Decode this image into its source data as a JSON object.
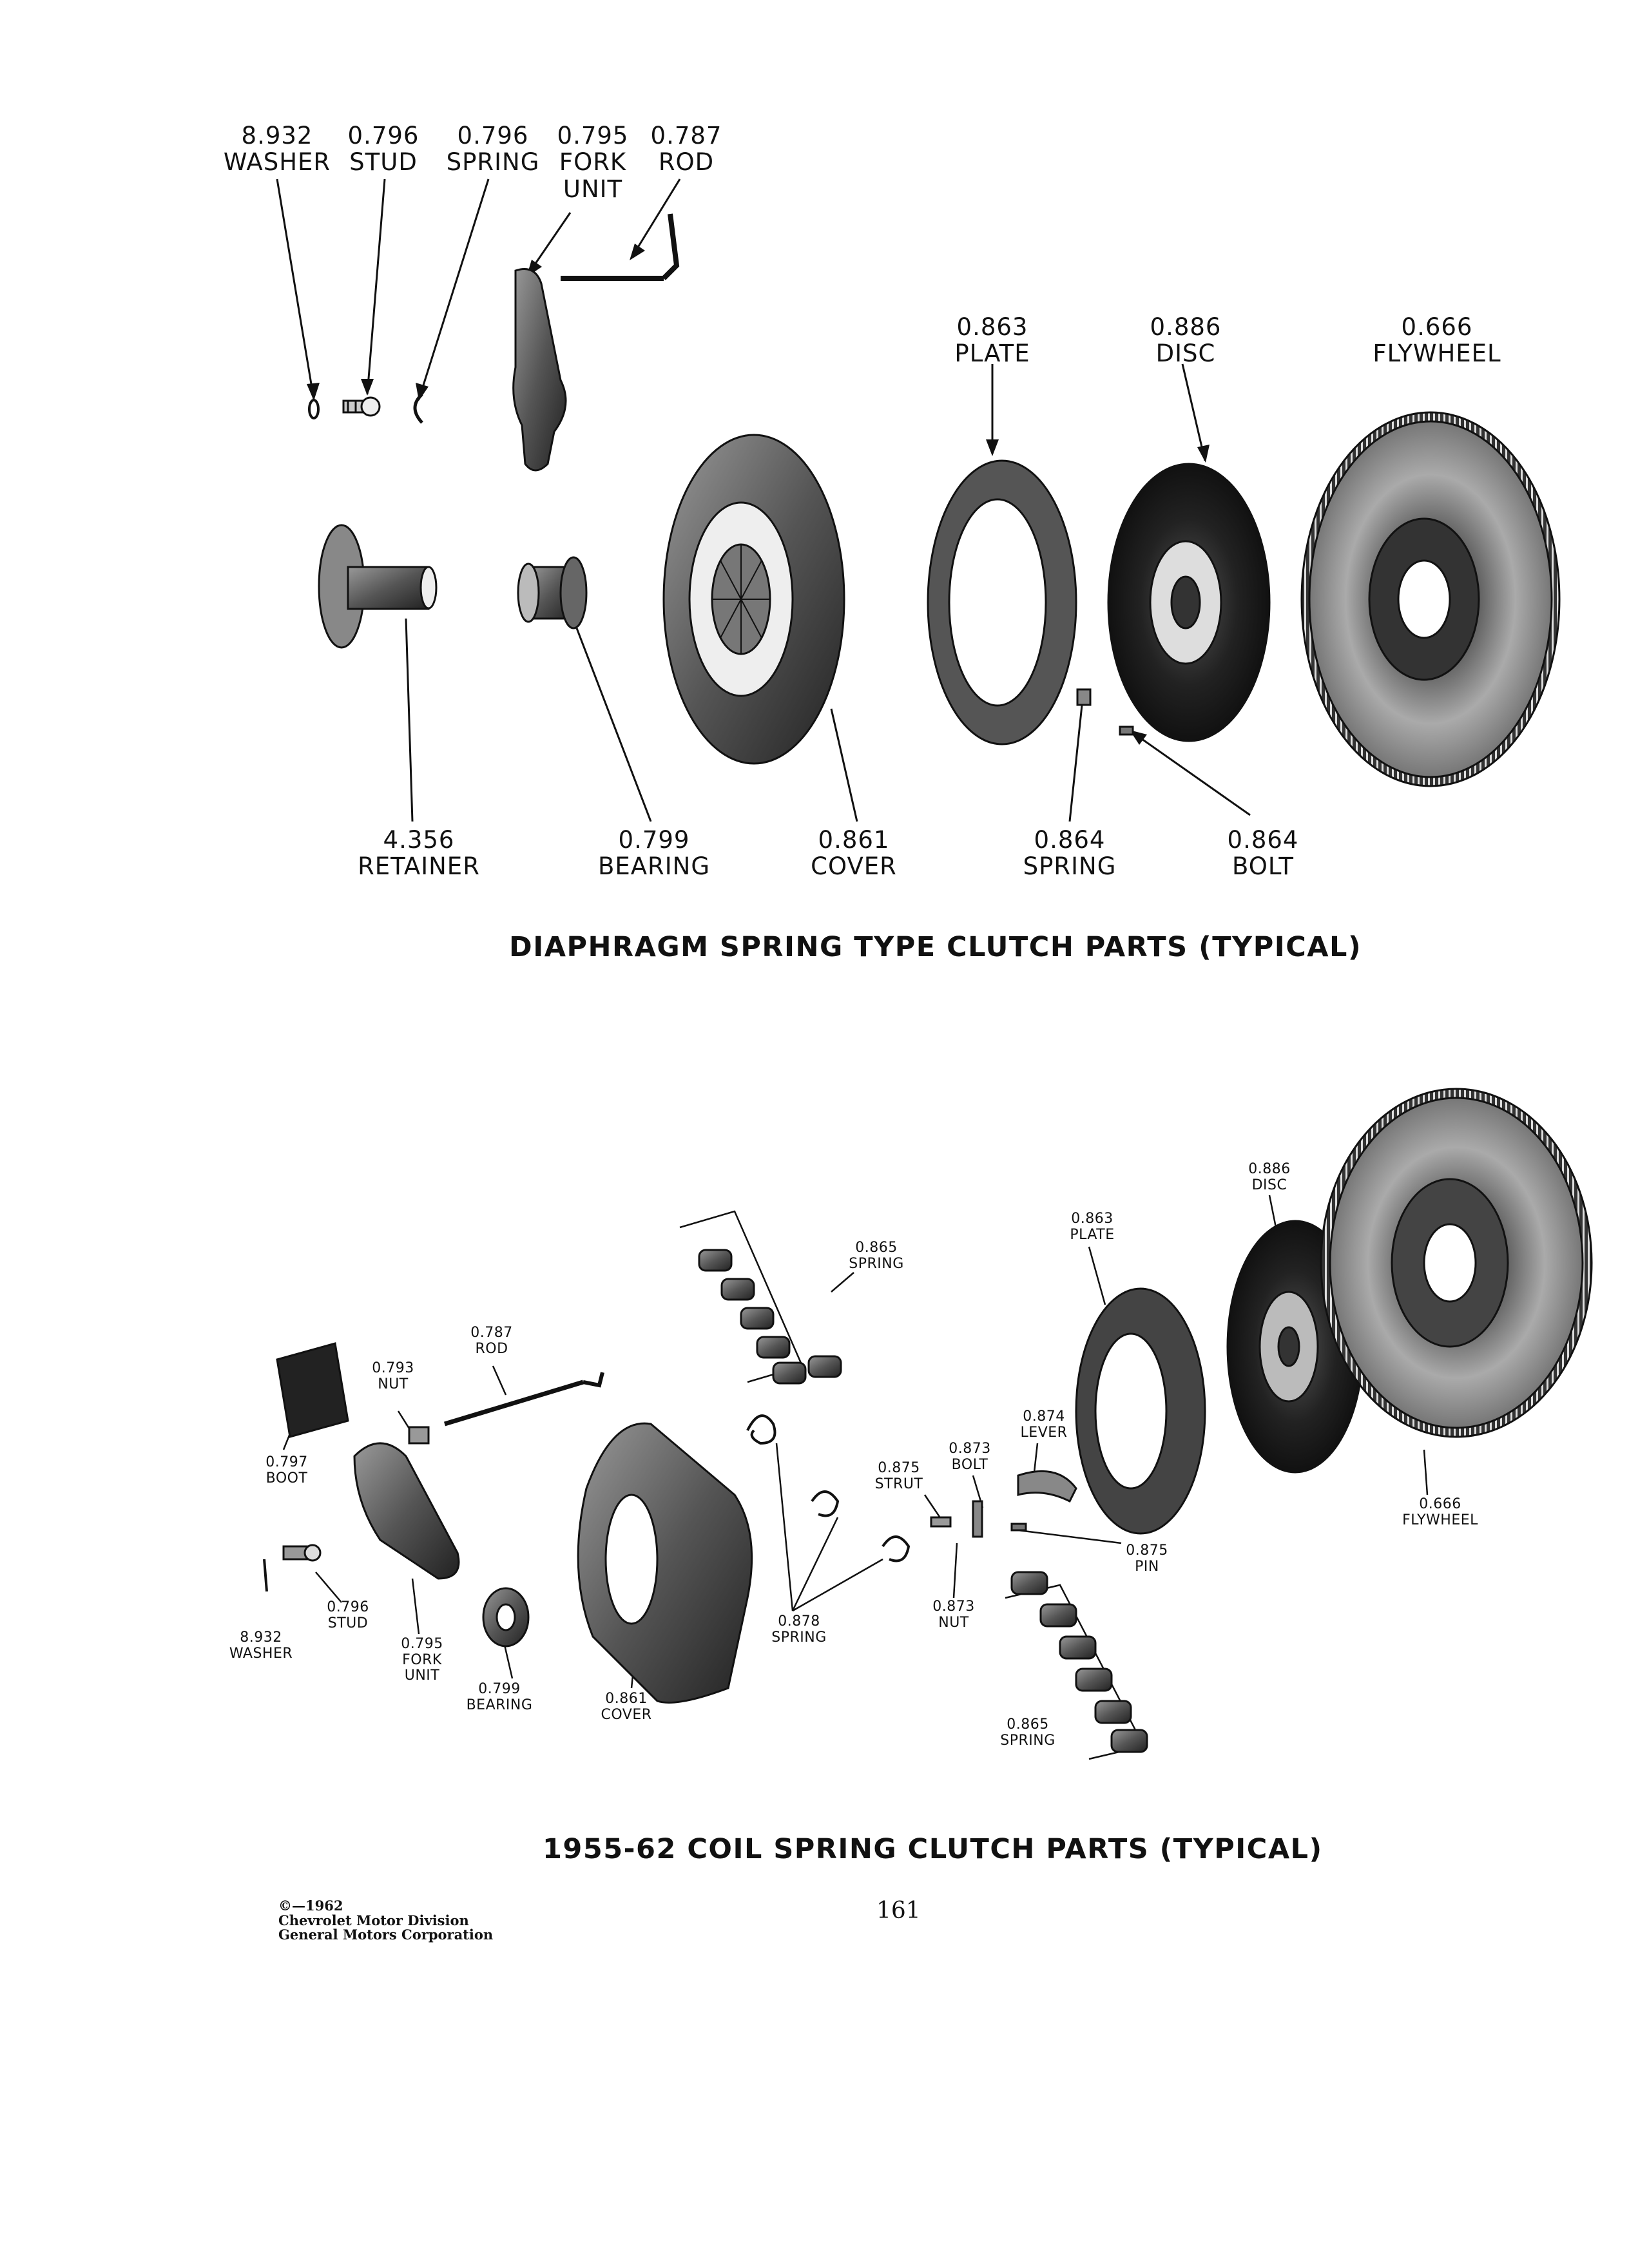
{
  "diagram1": {
    "caption": "DIAPHRAGM SPRING TYPE CLUTCH PARTS (TYPICAL)",
    "labels": {
      "washer": "8.932\nWASHER",
      "stud": "0.796\nSTUD",
      "spring_top": "0.796\nSPRING",
      "fork_unit": "0.795\nFORK\nUNIT",
      "rod": "0.787\nROD",
      "plate": "0.863\nPLATE",
      "disc": "0.886\nDISC",
      "flywheel": "0.666\nFLYWHEEL",
      "retainer": "4.356\nRETAINER",
      "bearing": "0.799\nBEARING",
      "cover": "0.861\nCOVER",
      "spring_bottom": "0.864\nSPRING",
      "bolt": "0.864\nBOLT"
    }
  },
  "diagram2": {
    "caption": "1955-62 COIL SPRING CLUTCH PARTS (TYPICAL)",
    "labels": {
      "spring_upper": "0.865\nSPRING",
      "rod": "0.787\nROD",
      "nut_left": "0.793\nNUT",
      "boot": "0.797\nBOOT",
      "stud": "0.796\nSTUD",
      "washer": "8.932\nWASHER",
      "fork_unit": "0.795\nFORK\nUNIT",
      "bearing": "0.799\nBEARING",
      "cover": "0.861\nCOVER",
      "spring_878": "0.878\nSPRING",
      "strut": "0.875\nSTRUT",
      "bolt": "0.873\nBOLT",
      "lever": "0.874\nLEVER",
      "pin": "0.875\nPIN",
      "nut_right": "0.873\nNUT",
      "spring_lower": "0.865\nSPRING",
      "plate": "0.863\nPLATE",
      "disc": "0.886\nDISC",
      "flywheel": "0.666\nFLYWHEEL"
    }
  },
  "footer": {
    "copyright_line1": "©—1962",
    "copyright_line2": "Chevrolet Motor Division",
    "copyright_line3": "General Motors Corporation",
    "page_number": "161"
  }
}
